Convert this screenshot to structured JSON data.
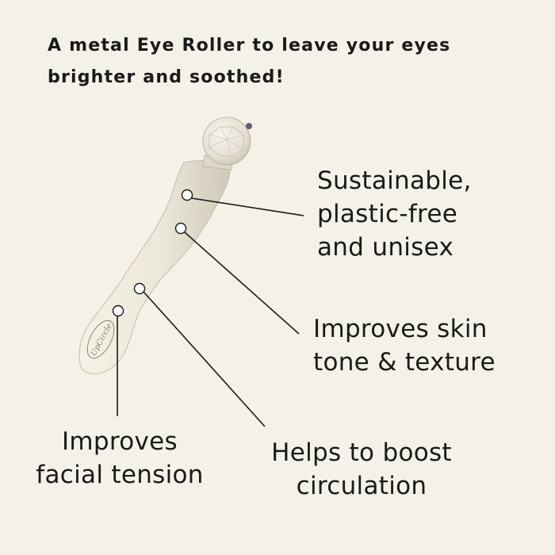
{
  "headline": {
    "line1": "A metal Eye Roller to leave your eyes",
    "line2": "brighter and soothed!"
  },
  "callouts": {
    "sustainable": {
      "line1": "Sustainable,",
      "line2": "plastic-free",
      "line3": "and unisex"
    },
    "skin": {
      "line1": "Improves skin",
      "line2": "tone & texture"
    },
    "facial": {
      "line1": "Improves",
      "line2": "facial tension"
    },
    "circulation": {
      "line1": "Helps to boost",
      "line2": "circulation"
    }
  },
  "product": {
    "logo_text": "UpCircle"
  },
  "colors": {
    "background": "#f3f1e8",
    "text": "#1a1a1a",
    "roller_body": "#ede9dc",
    "roller_shadow": "#cfc9b8"
  }
}
